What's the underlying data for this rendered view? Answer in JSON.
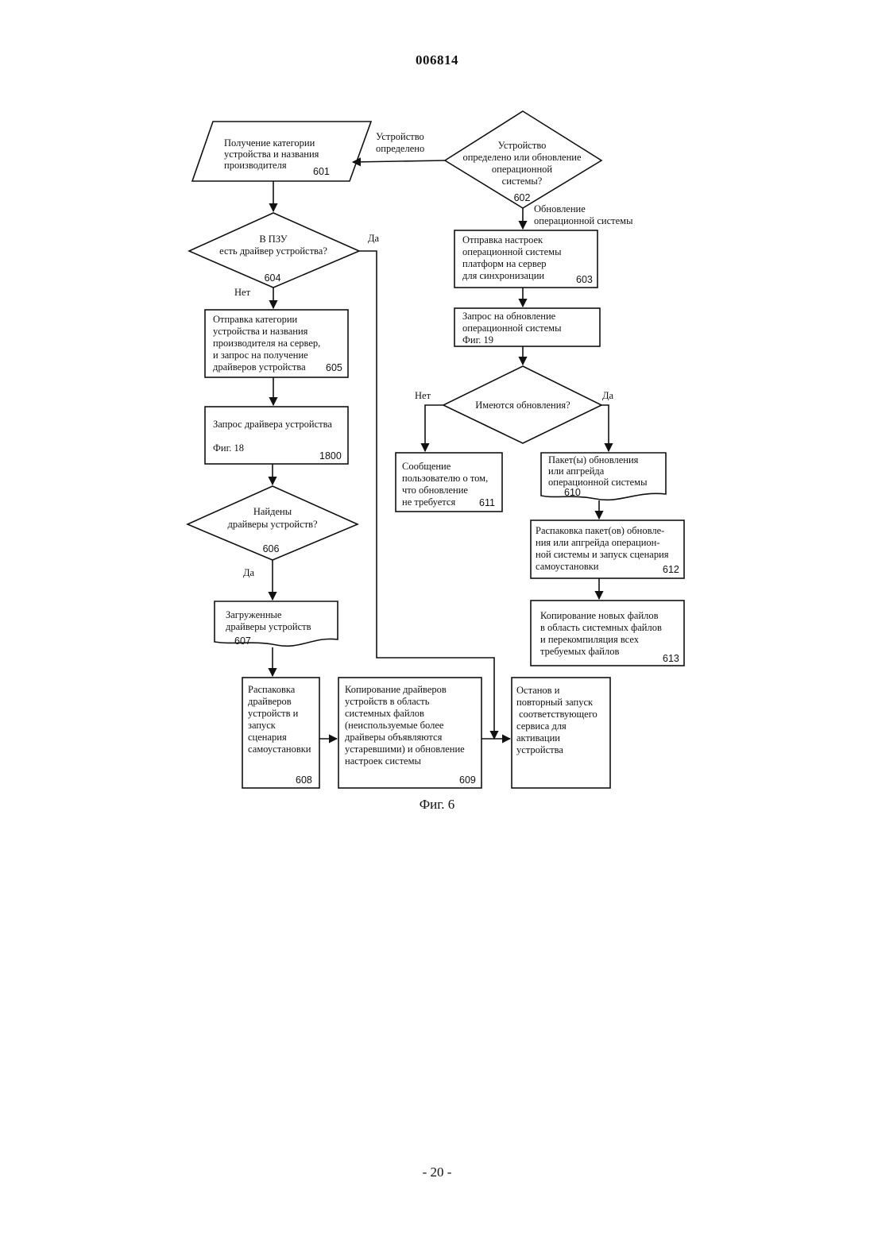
{
  "header": {
    "doc_number": "006814"
  },
  "footer": {
    "page": "- 20 -"
  },
  "figure": {
    "caption": "Фиг. 6",
    "nodes": {
      "n601": {
        "lines": [
          "Получение категории",
          "устройства и названия",
          "производителя"
        ],
        "id": "601"
      },
      "n602": {
        "lines": [
          "Устройство",
          "определено или обновление",
          "операционной",
          "системы?"
        ],
        "id": "602"
      },
      "n603": {
        "lines": [
          "Отправка настроек",
          "операционной системы",
          "платформ на сервер",
          "для синхронизации"
        ],
        "id": "603"
      },
      "n604": {
        "lines": [
          "В ПЗУ",
          "есть драйвер устройства?"
        ],
        "id": "604"
      },
      "n605": {
        "lines": [
          "Отправка категории",
          "устройства и названия",
          "производителя на сервер,",
          "и запрос на получение",
          "драйверов устройства"
        ],
        "id": "605"
      },
      "n1800": {
        "lines": [
          "Запрос драйвера устройства",
          "",
          "Фиг. 18"
        ],
        "id": "1800"
      },
      "n_req19": {
        "lines": [
          "Запрос на обновление",
          "операционной системы",
          "Фиг. 19"
        ]
      },
      "n_has": {
        "lines": [
          "Имеются обновления?"
        ]
      },
      "n611": {
        "lines": [
          "Сообщение",
          "пользователю о том,",
          "что обновление",
          "не требуется"
        ],
        "id": "611"
      },
      "n610": {
        "lines": [
          "Пакет(ы) обновления",
          "или апгрейда",
          "операционной системы"
        ],
        "id": "610"
      },
      "n606": {
        "lines": [
          "Найдены",
          "драйверы устройств?"
        ],
        "id": "606"
      },
      "n612": {
        "lines": [
          "Распаковка пакет(ов) обновле-",
          "ния или апгрейда операцион-",
          "ной системы и запуск сценария",
          "самоустановки"
        ],
        "id": "612"
      },
      "n607": {
        "lines": [
          "Загруженные",
          "драйверы устройств"
        ],
        "id": "607"
      },
      "n613": {
        "lines": [
          "Копирование новых файлов",
          "в область системных файлов",
          "и перекомпиляция всех",
          "требуемых файлов"
        ],
        "id": "613"
      },
      "n608": {
        "lines": [
          "Распаковка",
          "драйверов",
          "устройств и",
          "запуск",
          "сценария",
          "самоустановки"
        ],
        "id": "608"
      },
      "n609": {
        "lines": [
          "Копирование драйверов",
          "устройств в область",
          "системных файлов",
          "(неиспользуемые более",
          "драйверы объявляются",
          "устаревшими) и обновление",
          "настроек системы"
        ],
        "id": "609"
      },
      "n_stop": {
        "lines": [
          "Останов и",
          "повторный запуск",
          " соответствующего",
          "сервиса для",
          "активации",
          "устройства"
        ]
      }
    },
    "labels": {
      "dev_defined": [
        "Устройство",
        "определено"
      ],
      "os_update": [
        "Обновление",
        "операционной системы"
      ],
      "yes_604": "Да",
      "no_604": "Нет",
      "no_has": "Нет",
      "yes_has": "Да",
      "yes_606": "Да"
    }
  }
}
